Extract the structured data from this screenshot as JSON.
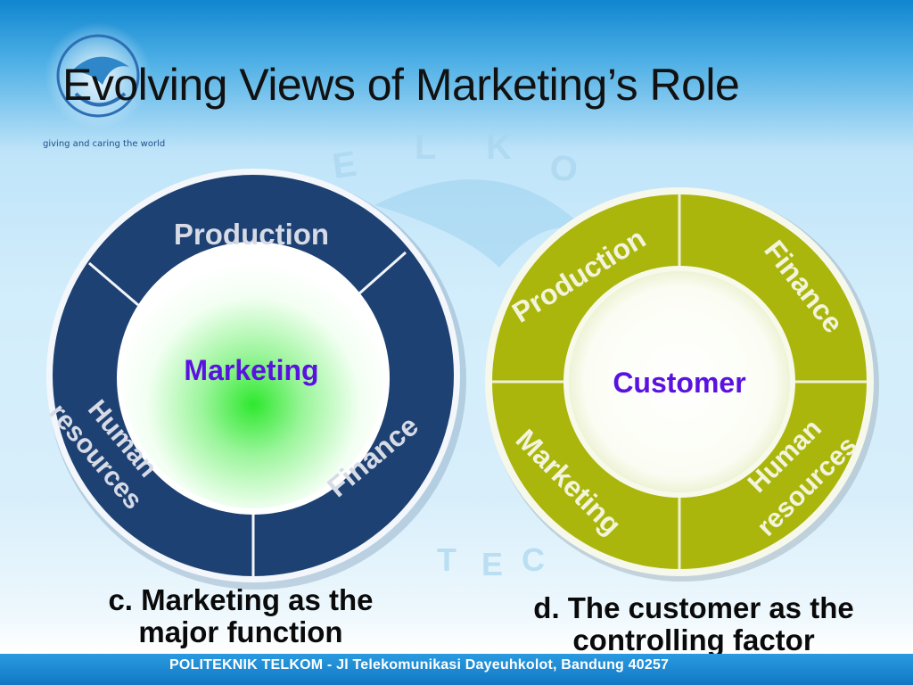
{
  "slide": {
    "title": "Evolving Views of Marketing’s Role",
    "logo_tagline": "giving and caring the world",
    "footer": "POLITEKNIK TELKOM - Jl Telekomunikasi Dayeuhkolot, Bandung 40257"
  },
  "diagram_c": {
    "center": "Marketing",
    "segments": [
      "Production",
      "Finance",
      "Human",
      "resources"
    ],
    "caption_line1": "c. Marketing as the",
    "caption_line2": "major function"
  },
  "diagram_d": {
    "center": "Customer",
    "segments": [
      "Production",
      "Finance",
      "Marketing",
      "Human",
      "resources"
    ],
    "caption_line1": "d. The customer as the",
    "caption_line2": "controlling factor"
  },
  "colors": {
    "ring_c": "#1e4173",
    "ring_d": "#aab60c",
    "center_c_glow": "#2ee82e",
    "center_text": "#5a12e0",
    "caption_text": "#0a0a0a"
  }
}
